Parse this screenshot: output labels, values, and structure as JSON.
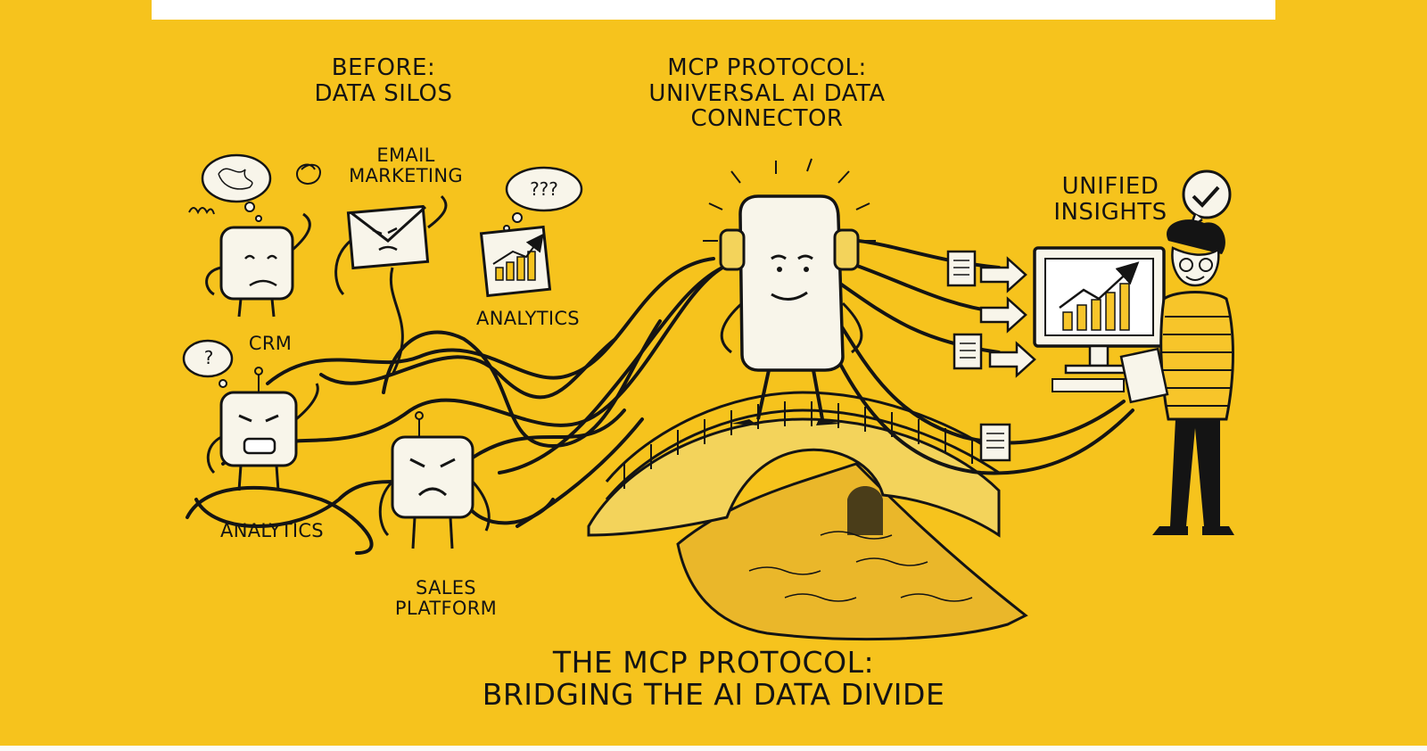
{
  "colors": {
    "background": "#f6c31d",
    "ink": "#141414",
    "paper": "#f8f5ea",
    "accent_screen": "#f7c52a"
  },
  "heading_before": {
    "line1": "BEFORE:",
    "line2": "DATA SILOS"
  },
  "heading_mcp": {
    "line1": "MCP PROTOCOL:",
    "line2": "UNIVERSAL AI DATA",
    "line3": "CONNECTOR"
  },
  "heading_unified": {
    "line1": "UNIFIED",
    "line2": "INSIGHTS"
  },
  "silo_labels": {
    "email": {
      "line1": "EMAIL",
      "line2": "MARKETING"
    },
    "analytics_top": "ANALYTICS",
    "crm": "CRM",
    "analytics_bottom": "ANALYTICS",
    "sales": {
      "line1": "SALES",
      "line2": "PLATFORM"
    }
  },
  "thought_bubbles": {
    "analytics_thought": "???",
    "crm_thought": "?"
  },
  "icons": [
    "confused-robot-icon",
    "envelope-icon",
    "chart-icon",
    "angry-robot-icon",
    "checkmark-icon",
    "document-icon",
    "arrow-icon",
    "monitor-icon",
    "person-icon",
    "bridge-icon"
  ],
  "footer_title": {
    "line1": "THE MCP PROTOCOL:",
    "line2": "BRIDGING THE AI DATA DIVIDE"
  }
}
